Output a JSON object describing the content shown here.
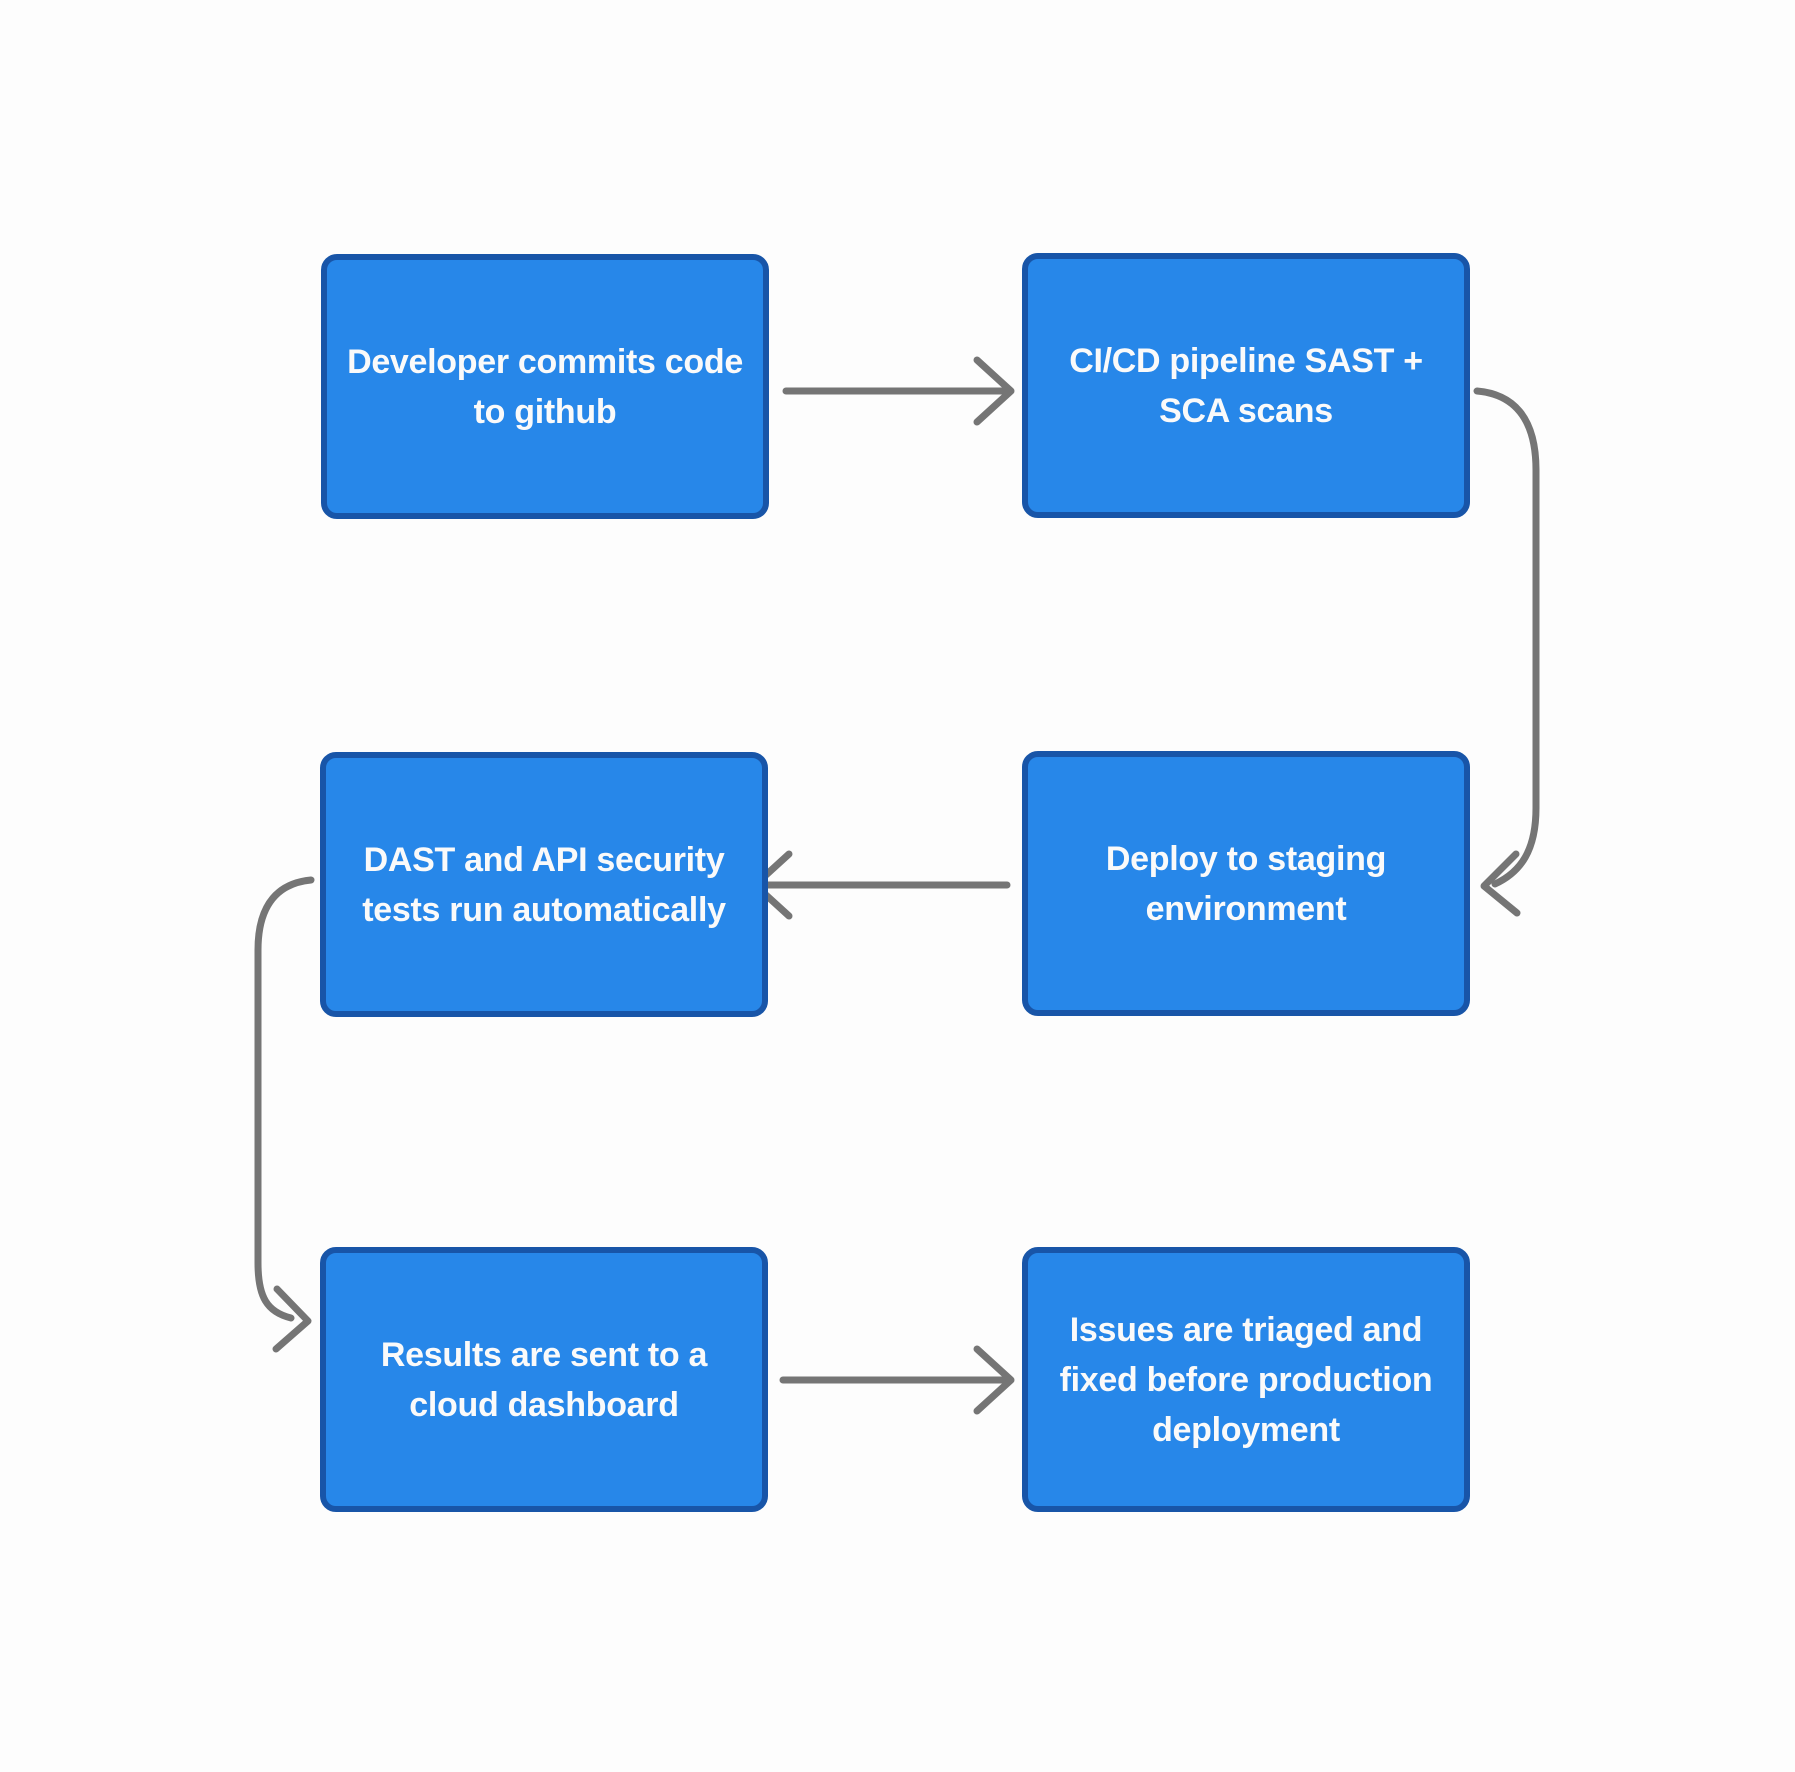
{
  "colors": {
    "page_bg": "#fdfdfd",
    "node_fill": "#2787e9",
    "node_border": "#1855a8",
    "arrow": "#757575",
    "text_color": "#fafafa"
  },
  "diagram": {
    "type": "flowchart",
    "title": "",
    "nodes": [
      {
        "id": "commit",
        "label": "Developer commits code\nto github"
      },
      {
        "id": "cicd-scans",
        "label": "CI/CD pipeline SAST +\nSCA scans"
      },
      {
        "id": "dast-api-tests",
        "label": "DAST and API security\ntests run automatically"
      },
      {
        "id": "deploy-staging",
        "label": "Deploy to staging\nenvironment"
      },
      {
        "id": "results-dashboard",
        "label": "Results are sent to a\ncloud dashboard"
      },
      {
        "id": "triage-fix",
        "label": "Issues are triaged and\nfixed before production\ndeployment"
      }
    ],
    "edges": [
      {
        "from": "commit",
        "to": "cicd-scans"
      },
      {
        "from": "cicd-scans",
        "to": "deploy-staging"
      },
      {
        "from": "deploy-staging",
        "to": "dast-api-tests"
      },
      {
        "from": "dast-api-tests",
        "to": "results-dashboard"
      },
      {
        "from": "results-dashboard",
        "to": "triage-fix"
      }
    ]
  }
}
